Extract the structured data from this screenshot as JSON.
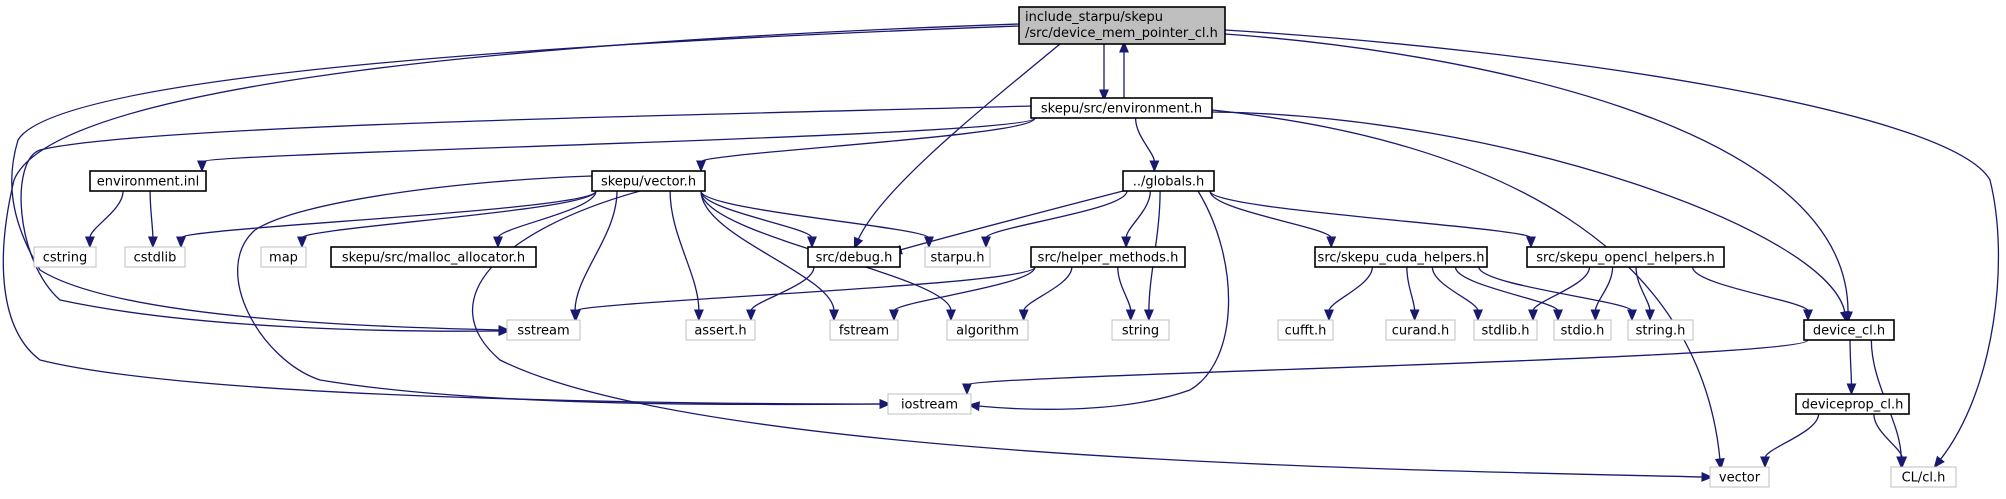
{
  "graph": {
    "title": "include_starpu/skepu/src/device_mem_pointer_cl.h",
    "colors": {
      "edge": "#191970",
      "root_fill": "#bfbfbf",
      "documented_border": "#000000",
      "external_border": "#bfbfbf",
      "external_text": "#7f7f7f"
    },
    "nodes": {
      "root": {
        "lines": [
          "include_starpu/skepu",
          "/src/device_mem_pointer_cl.h"
        ],
        "kind": "root"
      },
      "environment_h": {
        "lines": [
          "skepu/src/environment.h"
        ],
        "kind": "documented"
      },
      "environment_inl": {
        "lines": [
          "environment.inl"
        ],
        "kind": "documented"
      },
      "vector_h": {
        "lines": [
          "skepu/vector.h"
        ],
        "kind": "documented"
      },
      "globals_h": {
        "lines": [
          "../globals.h"
        ],
        "kind": "documented"
      },
      "cstring": {
        "lines": [
          "cstring"
        ],
        "kind": "external"
      },
      "cstdlib": {
        "lines": [
          "cstdlib"
        ],
        "kind": "external"
      },
      "map": {
        "lines": [
          "map"
        ],
        "kind": "external"
      },
      "malloc_allocator_h": {
        "lines": [
          "skepu/src/malloc_allocator.h"
        ],
        "kind": "documented"
      },
      "debug_h": {
        "lines": [
          "src/debug.h"
        ],
        "kind": "documented"
      },
      "starpu_h": {
        "lines": [
          "starpu.h"
        ],
        "kind": "external"
      },
      "helper_methods_h": {
        "lines": [
          "src/helper_methods.h"
        ],
        "kind": "documented"
      },
      "cuda_helpers_h": {
        "lines": [
          "src/skepu_cuda_helpers.h"
        ],
        "kind": "documented"
      },
      "opencl_helpers_h": {
        "lines": [
          "src/skepu_opencl_helpers.h"
        ],
        "kind": "documented"
      },
      "sstream": {
        "lines": [
          "sstream"
        ],
        "kind": "external"
      },
      "assert_h": {
        "lines": [
          "assert.h"
        ],
        "kind": "external"
      },
      "fstream": {
        "lines": [
          "fstream"
        ],
        "kind": "external"
      },
      "algorithm": {
        "lines": [
          "algorithm"
        ],
        "kind": "external"
      },
      "string": {
        "lines": [
          "string"
        ],
        "kind": "external"
      },
      "cufft_h": {
        "lines": [
          "cufft.h"
        ],
        "kind": "external"
      },
      "curand_h": {
        "lines": [
          "curand.h"
        ],
        "kind": "external"
      },
      "stdlib_h": {
        "lines": [
          "stdlib.h"
        ],
        "kind": "external"
      },
      "stdio_h": {
        "lines": [
          "stdio.h"
        ],
        "kind": "external"
      },
      "string_h": {
        "lines": [
          "string.h"
        ],
        "kind": "external"
      },
      "device_cl_h": {
        "lines": [
          "device_cl.h"
        ],
        "kind": "documented"
      },
      "iostream": {
        "lines": [
          "iostream"
        ],
        "kind": "external"
      },
      "deviceprop_cl_h": {
        "lines": [
          "deviceprop_cl.h"
        ],
        "kind": "documented"
      },
      "vector": {
        "lines": [
          "vector"
        ],
        "kind": "external"
      },
      "cl_h": {
        "lines": [
          "CL/cl.h"
        ],
        "kind": "external"
      }
    },
    "edges": [
      [
        "root",
        "environment_h"
      ],
      [
        "root",
        "sstream"
      ],
      [
        "root",
        "iostream"
      ],
      [
        "root",
        "debug_h"
      ],
      [
        "root",
        "device_cl_h"
      ],
      [
        "root",
        "cl_h"
      ],
      [
        "environment_h",
        "root"
      ],
      [
        "environment_h",
        "environment_inl"
      ],
      [
        "environment_h",
        "vector_h"
      ],
      [
        "environment_h",
        "globals_h"
      ],
      [
        "environment_h",
        "sstream"
      ],
      [
        "environment_h",
        "vector"
      ],
      [
        "environment_h",
        "device_cl_h"
      ],
      [
        "environment_inl",
        "cstring"
      ],
      [
        "environment_inl",
        "cstdlib"
      ],
      [
        "vector_h",
        "cstdlib"
      ],
      [
        "vector_h",
        "map"
      ],
      [
        "vector_h",
        "malloc_allocator_h"
      ],
      [
        "vector_h",
        "debug_h"
      ],
      [
        "vector_h",
        "starpu_h"
      ],
      [
        "vector_h",
        "sstream"
      ],
      [
        "vector_h",
        "assert_h"
      ],
      [
        "vector_h",
        "fstream"
      ],
      [
        "vector_h",
        "algorithm"
      ],
      [
        "vector_h",
        "iostream"
      ],
      [
        "vector_h",
        "vector"
      ],
      [
        "globals_h",
        "debug_h"
      ],
      [
        "globals_h",
        "starpu_h"
      ],
      [
        "globals_h",
        "helper_methods_h"
      ],
      [
        "globals_h",
        "string"
      ],
      [
        "globals_h",
        "iostream"
      ],
      [
        "globals_h",
        "cuda_helpers_h"
      ],
      [
        "globals_h",
        "opencl_helpers_h"
      ],
      [
        "debug_h",
        "assert_h"
      ],
      [
        "helper_methods_h",
        "sstream"
      ],
      [
        "helper_methods_h",
        "fstream"
      ],
      [
        "helper_methods_h",
        "algorithm"
      ],
      [
        "helper_methods_h",
        "string"
      ],
      [
        "cuda_helpers_h",
        "cufft_h"
      ],
      [
        "cuda_helpers_h",
        "curand_h"
      ],
      [
        "cuda_helpers_h",
        "stdlib_h"
      ],
      [
        "cuda_helpers_h",
        "stdio_h"
      ],
      [
        "cuda_helpers_h",
        "string_h"
      ],
      [
        "opencl_helpers_h",
        "stdlib_h"
      ],
      [
        "opencl_helpers_h",
        "stdio_h"
      ],
      [
        "opencl_helpers_h",
        "string_h"
      ],
      [
        "opencl_helpers_h",
        "device_cl_h"
      ],
      [
        "device_cl_h",
        "iostream"
      ],
      [
        "device_cl_h",
        "deviceprop_cl_h"
      ],
      [
        "device_cl_h",
        "cl_h"
      ],
      [
        "deviceprop_cl_h",
        "vector"
      ],
      [
        "deviceprop_cl_h",
        "cl_h"
      ]
    ]
  }
}
